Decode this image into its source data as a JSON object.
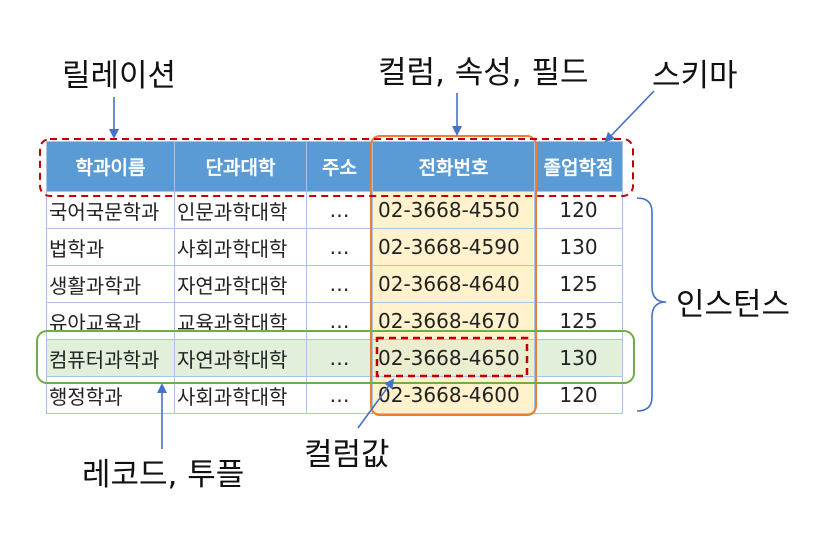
{
  "labels": {
    "relation": "릴레이션",
    "column_attr_field": "컬럼, 속성, 필드",
    "schema": "스키마",
    "instance": "인스턴스",
    "record_tuple": "레코드, 투플",
    "column_value": "컬럼값"
  },
  "table": {
    "headers": [
      "학과이름",
      "단과대학",
      "주소",
      "전화번호",
      "졸업학점"
    ],
    "rows": [
      [
        "국어국문학과",
        "인문과학대학",
        "…",
        "02-3668-4550",
        "120"
      ],
      [
        "법학과",
        "사회과학대학",
        "…",
        "02-3668-4590",
        "130"
      ],
      [
        "생활과학과",
        "자연과학대학",
        "…",
        "02-3668-4640",
        "125"
      ],
      [
        "유아교육과",
        "교육과학대학",
        "…",
        "02-3668-4670",
        "125"
      ],
      [
        "컴퓨터과학과",
        "자연과학대학",
        "…",
        "02-3668-4650",
        "130"
      ],
      [
        "행정학과",
        "사회과학대학",
        "…",
        "02-3668-4600",
        "120"
      ]
    ],
    "highlighted_row": 4,
    "highlighted_column": 3
  },
  "colors": {
    "header_bg": "#5b9bd5",
    "grid": "#a9c4e6",
    "column_fill": "#fff2cc",
    "column_border": "#ed7d31",
    "record_fill": "#e2efda",
    "record_border": "#70ad47",
    "schema_border": "#c00000",
    "arrow": "#4472c4"
  }
}
